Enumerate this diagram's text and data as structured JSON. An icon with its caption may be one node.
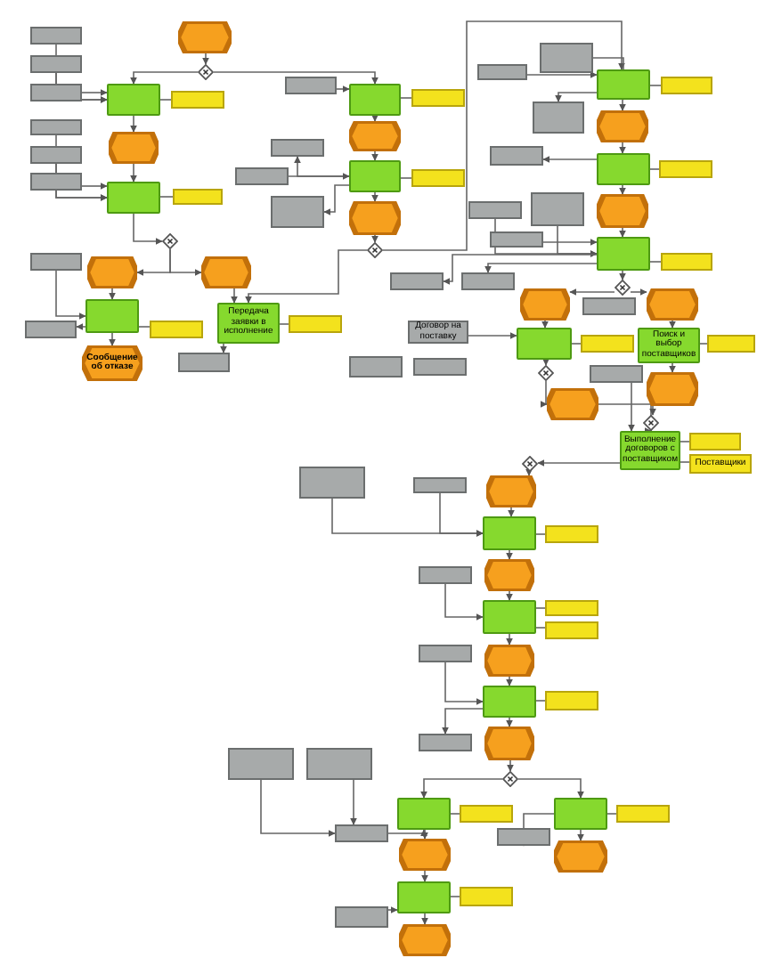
{
  "diagram": {
    "nodes": [
      {
        "text": [],
        "shape": "hexagon"
      },
      {
        "text": [],
        "shape": "diamond"
      },
      {
        "text": [],
        "shape": "box"
      },
      {
        "text": [],
        "shape": "box"
      },
      {
        "text": [],
        "shape": "box"
      },
      {
        "text": [],
        "shape": "box"
      },
      {
        "text": [],
        "shape": "box"
      },
      {
        "text": [],
        "shape": "box"
      },
      {
        "text": [],
        "shape": "box"
      },
      {
        "text": [],
        "shape": "box"
      },
      {
        "text": [],
        "shape": "hexagon"
      },
      {
        "text": [],
        "shape": "box"
      },
      {
        "text": [],
        "shape": "box"
      },
      {
        "text": [],
        "shape": "diamond"
      },
      {
        "text": [],
        "shape": "box"
      },
      {
        "text": [],
        "shape": "hexagon"
      },
      {
        "text": [],
        "shape": "hexagon"
      },
      {
        "text": [],
        "shape": "box"
      },
      {
        "text": [],
        "shape": "box"
      },
      {
        "text": [],
        "shape": "box"
      },
      {
        "text": [
          "Сообщение об отказе"
        ]
      },
      {
        "text": [
          "Передача заявки в исполнение"
        ]
      },
      {
        "text": [],
        "shape": "box"
      },
      {
        "text": [],
        "shape": "box"
      },
      {
        "text": [],
        "shape": "box"
      },
      {
        "text": [],
        "shape": "box"
      },
      {
        "text": [],
        "shape": "box"
      },
      {
        "text": [],
        "shape": "hexagon"
      },
      {
        "text": [],
        "shape": "box"
      },
      {
        "text": [],
        "shape": "box"
      },
      {
        "text": [],
        "shape": "box"
      },
      {
        "text": [],
        "shape": "box"
      },
      {
        "text": [],
        "shape": "box"
      },
      {
        "text": [],
        "shape": "hexagon"
      },
      {
        "text": [],
        "shape": "diamond"
      },
      {
        "text": [],
        "shape": "box"
      },
      {
        "text": [],
        "shape": "box"
      },
      {
        "text": [],
        "shape": "box"
      },
      {
        "text": [],
        "shape": "box"
      },
      {
        "text": [],
        "shape": "box"
      },
      {
        "text": [],
        "shape": "hexagon"
      },
      {
        "text": [],
        "shape": "box"
      },
      {
        "text": [],
        "shape": "box"
      },
      {
        "text": [],
        "shape": "box"
      },
      {
        "text": [],
        "shape": "box"
      },
      {
        "text": [],
        "shape": "box"
      },
      {
        "text": [],
        "shape": "hexagon"
      },
      {
        "text": [],
        "shape": "box"
      },
      {
        "text": [],
        "shape": "box"
      },
      {
        "text": [],
        "shape": "box"
      },
      {
        "text": [],
        "shape": "diamond"
      },
      {
        "text": [],
        "shape": "box"
      },
      {
        "text": [],
        "shape": "box"
      },
      {
        "text": [],
        "shape": "hexagon"
      },
      {
        "text": [],
        "shape": "box"
      },
      {
        "text": [],
        "shape": "hexagon"
      },
      {
        "text": [],
        "shape": "box"
      },
      {
        "text": [
          "Договор на поставку"
        ]
      },
      {
        "text": [],
        "shape": "box"
      },
      {
        "text": [],
        "shape": "box"
      },
      {
        "text": [
          "Поиск и выбор поставщиков"
        ]
      },
      {
        "text": [],
        "shape": "box"
      },
      {
        "text": [],
        "shape": "box"
      },
      {
        "text": [],
        "shape": "diamond"
      },
      {
        "text": [],
        "shape": "box"
      },
      {
        "text": [],
        "shape": "hexagon"
      },
      {
        "text": [],
        "shape": "hexagon"
      },
      {
        "text": [],
        "shape": "diamond"
      },
      {
        "text": [
          "Выполнение договоров с поставщиком"
        ]
      },
      {
        "text": [],
        "shape": "box"
      },
      {
        "text": [
          "Поставщики"
        ]
      },
      {
        "text": [],
        "shape": "diamond"
      },
      {
        "text": [],
        "shape": "box"
      },
      {
        "text": [],
        "shape": "box"
      },
      {
        "text": [],
        "shape": "hexagon"
      },
      {
        "text": [],
        "shape": "box"
      },
      {
        "text": [],
        "shape": "box"
      },
      {
        "text": [],
        "shape": "box"
      },
      {
        "text": [],
        "shape": "hexagon"
      },
      {
        "text": [],
        "shape": "box"
      },
      {
        "text": [],
        "shape": "box"
      },
      {
        "text": [],
        "shape": "box"
      },
      {
        "text": [],
        "shape": "box"
      },
      {
        "text": [],
        "shape": "hexagon"
      },
      {
        "text": [],
        "shape": "box"
      },
      {
        "text": [],
        "shape": "box"
      },
      {
        "text": [],
        "shape": "box"
      },
      {
        "text": [],
        "shape": "hexagon"
      },
      {
        "text": [],
        "shape": "diamond"
      },
      {
        "text": [],
        "shape": "box"
      },
      {
        "text": [],
        "shape": "box"
      },
      {
        "text": [],
        "shape": "box"
      },
      {
        "text": [],
        "shape": "box"
      },
      {
        "text": [],
        "shape": "box"
      },
      {
        "text": [],
        "shape": "box"
      },
      {
        "text": [],
        "shape": "box"
      },
      {
        "text": [],
        "shape": "box"
      },
      {
        "text": [],
        "shape": "hexagon"
      },
      {
        "text": [],
        "shape": "hexagon"
      },
      {
        "text": [],
        "shape": "box"
      },
      {
        "text": [],
        "shape": "box"
      },
      {
        "text": [],
        "shape": "box"
      },
      {
        "text": [],
        "shape": "hexagon"
      }
    ],
    "edges": [
      {
        "from": 0,
        "to": 1,
        "arrow": "to"
      },
      {
        "from": 1,
        "to": 5,
        "arrow": "to"
      },
      {
        "from": 1,
        "to": 25,
        "arrow": "to"
      },
      {
        "from": 2,
        "to": 5,
        "arrow": "to"
      },
      {
        "from": 3,
        "to": 5,
        "arrow": "to"
      },
      {
        "from": 4,
        "to": 5,
        "arrow": "to"
      },
      {
        "from": 5,
        "to": 6,
        "arrow": "none"
      },
      {
        "from": 5,
        "to": 10,
        "arrow": "to"
      },
      {
        "from": 7,
        "to": 11,
        "arrow": "to"
      },
      {
        "from": 8,
        "to": 11,
        "arrow": "to"
      },
      {
        "from": 9,
        "to": 11,
        "arrow": "to"
      },
      {
        "from": 10,
        "to": 11,
        "arrow": "to"
      },
      {
        "from": 11,
        "to": 12,
        "arrow": "none"
      },
      {
        "from": 11,
        "to": 13,
        "arrow": "to"
      },
      {
        "from": 13,
        "to": 15,
        "arrow": "to"
      },
      {
        "from": 13,
        "to": 16,
        "arrow": "to"
      },
      {
        "from": 14,
        "to": 17,
        "arrow": "to"
      },
      {
        "from": 15,
        "to": 17,
        "arrow": "to"
      },
      {
        "from": 16,
        "to": 21,
        "arrow": "to"
      },
      {
        "from": 17,
        "to": 19,
        "arrow": "none"
      },
      {
        "from": 17,
        "to": 20,
        "arrow": "to"
      },
      {
        "from": 17,
        "to": 18,
        "arrow": "to"
      },
      {
        "from": 21,
        "to": 22,
        "arrow": "none"
      },
      {
        "from": 21,
        "to": 23,
        "arrow": "to"
      },
      {
        "from": 34,
        "to": 21,
        "arrow": "to"
      },
      {
        "from": 24,
        "to": 25,
        "arrow": "to"
      },
      {
        "from": 25,
        "to": 26,
        "arrow": "none"
      },
      {
        "from": 25,
        "to": 27,
        "arrow": "to"
      },
      {
        "from": 27,
        "to": 29,
        "arrow": "to"
      },
      {
        "from": 29,
        "to": 28,
        "arrow": "to"
      },
      {
        "from": 31,
        "to": 29,
        "arrow": "to"
      },
      {
        "from": 29,
        "to": 30,
        "arrow": "none"
      },
      {
        "from": 29,
        "to": 32,
        "arrow": "to"
      },
      {
        "from": 29,
        "to": 33,
        "arrow": "to"
      },
      {
        "from": 33,
        "to": 34,
        "arrow": "to"
      },
      {
        "from": 34,
        "to": 37,
        "arrow": "to"
      },
      {
        "from": 35,
        "to": 37,
        "arrow": "to"
      },
      {
        "from": 36,
        "to": 37,
        "arrow": "to"
      },
      {
        "from": 37,
        "to": 38,
        "arrow": "none"
      },
      {
        "from": 37,
        "to": 39,
        "arrow": "to"
      },
      {
        "from": 37,
        "to": 40,
        "arrow": "to"
      },
      {
        "from": 40,
        "to": 42,
        "arrow": "to"
      },
      {
        "from": 42,
        "to": 43,
        "arrow": "none"
      },
      {
        "from": 42,
        "to": 41,
        "arrow": "to"
      },
      {
        "from": 45,
        "to": 48,
        "arrow": "to"
      },
      {
        "from": 44,
        "to": 48,
        "arrow": "to"
      },
      {
        "from": 42,
        "to": 46,
        "arrow": "to"
      },
      {
        "from": 46,
        "to": 48,
        "arrow": "to"
      },
      {
        "from": 47,
        "to": 48,
        "arrow": "to"
      },
      {
        "from": 48,
        "to": 49,
        "arrow": "none"
      },
      {
        "from": 48,
        "to": 50,
        "arrow": "to"
      },
      {
        "from": 50,
        "to": 53,
        "arrow": "to"
      },
      {
        "from": 50,
        "to": 55,
        "arrow": "to"
      },
      {
        "from": 48,
        "to": 51,
        "arrow": "to"
      },
      {
        "from": 48,
        "to": 52,
        "arrow": "to"
      },
      {
        "from": 53,
        "to": 58,
        "arrow": "to"
      },
      {
        "from": 55,
        "to": 60,
        "arrow": "to"
      },
      {
        "from": 57,
        "to": 58,
        "arrow": "to"
      },
      {
        "from": 58,
        "to": 59,
        "arrow": "none"
      },
      {
        "from": 60,
        "to": 61,
        "arrow": "none"
      },
      {
        "from": 58,
        "to": 63,
        "arrow": "to"
      },
      {
        "from": 63,
        "to": 65,
        "arrow": "to"
      },
      {
        "from": 60,
        "to": 66,
        "arrow": "to"
      },
      {
        "from": 64,
        "to": 68,
        "arrow": "to"
      },
      {
        "from": 65,
        "to": 67,
        "arrow": "to"
      },
      {
        "from": 66,
        "to": 67,
        "arrow": "to"
      },
      {
        "from": 67,
        "to": 68,
        "arrow": "to"
      },
      {
        "from": 68,
        "to": 69,
        "arrow": "none"
      },
      {
        "from": 68,
        "to": 70,
        "arrow": "none"
      },
      {
        "from": 68,
        "to": 71,
        "arrow": "to"
      },
      {
        "from": 71,
        "to": 74,
        "arrow": "to"
      },
      {
        "from": 73,
        "to": 75,
        "arrow": "to"
      },
      {
        "from": 74,
        "to": 75,
        "arrow": "to"
      },
      {
        "from": 72,
        "to": 75,
        "arrow": "to"
      },
      {
        "from": 75,
        "to": 76,
        "arrow": "none"
      },
      {
        "from": 75,
        "to": 78,
        "arrow": "to"
      },
      {
        "from": 77,
        "to": 79,
        "arrow": "to"
      },
      {
        "from": 78,
        "to": 79,
        "arrow": "to"
      },
      {
        "from": 79,
        "to": 80,
        "arrow": "none"
      },
      {
        "from": 79,
        "to": 81,
        "arrow": "none"
      },
      {
        "from": 79,
        "to": 83,
        "arrow": "to"
      },
      {
        "from": 82,
        "to": 84,
        "arrow": "to"
      },
      {
        "from": 83,
        "to": 84,
        "arrow": "to"
      },
      {
        "from": 84,
        "to": 85,
        "arrow": "none"
      },
      {
        "from": 84,
        "to": 87,
        "arrow": "to"
      },
      {
        "from": 84,
        "to": 86,
        "arrow": "to"
      },
      {
        "from": 87,
        "to": 88,
        "arrow": "to"
      },
      {
        "from": 88,
        "to": 92,
        "arrow": "to"
      },
      {
        "from": 88,
        "to": 94,
        "arrow": "to"
      },
      {
        "from": 89,
        "to": 91,
        "arrow": "to"
      },
      {
        "from": 90,
        "to": 91,
        "arrow": "to"
      },
      {
        "from": 91,
        "to": 92,
        "arrow": "to"
      },
      {
        "from": 92,
        "to": 93,
        "arrow": "none"
      },
      {
        "from": 92,
        "to": 97,
        "arrow": "to"
      },
      {
        "from": 94,
        "to": 95,
        "arrow": "none"
      },
      {
        "from": 94,
        "to": 96,
        "arrow": "to"
      },
      {
        "from": 94,
        "to": 98,
        "arrow": "to"
      },
      {
        "from": 97,
        "to": 100,
        "arrow": "to"
      },
      {
        "from": 99,
        "to": 100,
        "arrow": "to"
      },
      {
        "from": 100,
        "to": 101,
        "arrow": "none"
      },
      {
        "from": 100,
        "to": 102,
        "arrow": "to"
      }
    ]
  }
}
